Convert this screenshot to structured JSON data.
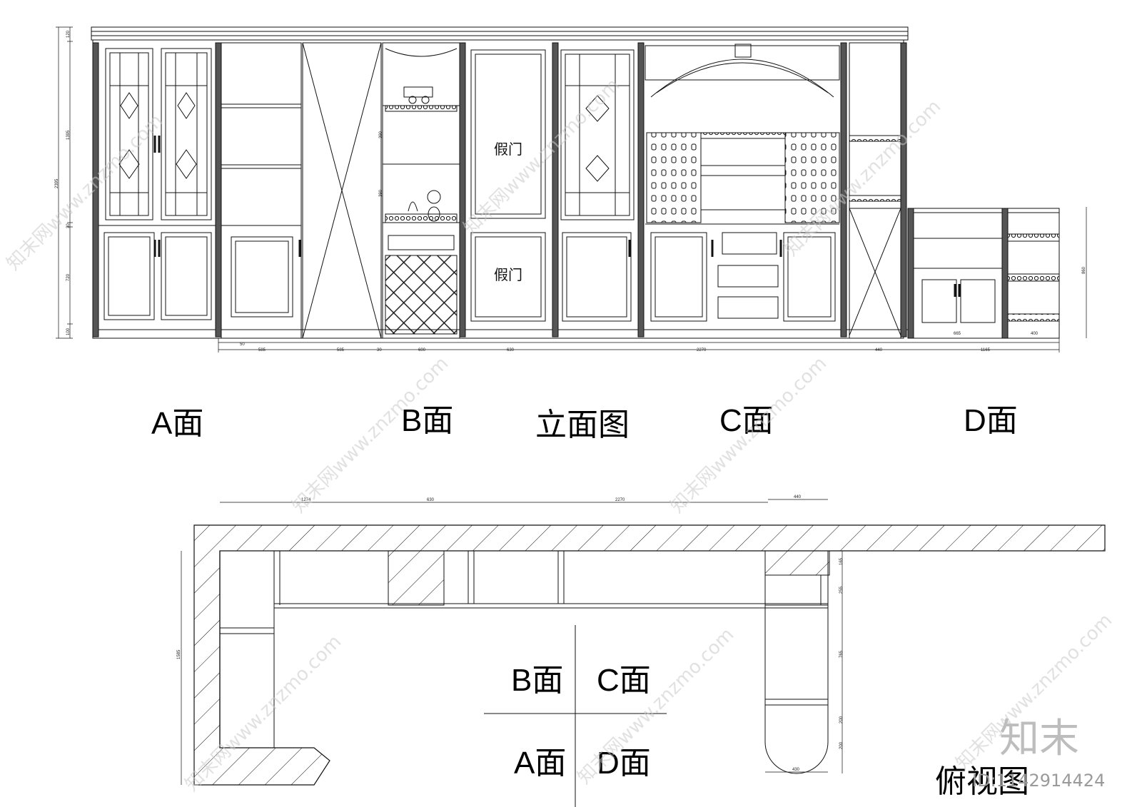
{
  "elevation": {
    "title": "立面图",
    "face_labels": [
      "A面",
      "B面",
      "C面",
      "D面"
    ],
    "fake_door_label": "假门",
    "height_dims": [
      "120",
      "1395",
      "2395",
      "30",
      "720",
      "100"
    ],
    "shelf_dims": [
      "390",
      "390"
    ],
    "d_height_dim": "860",
    "bottom_dims": [
      "50",
      "585",
      "585",
      "30",
      "600",
      "630",
      "2270",
      "440",
      "665",
      "400",
      "1165"
    ]
  },
  "plan": {
    "title": "俯视图",
    "top_dims": [
      "1274",
      "630",
      "2270",
      "440"
    ],
    "left_dim": "1585",
    "right_dims": [
      "165",
      "255",
      "765",
      "200",
      "200"
    ],
    "bottom_dim": "430",
    "key": {
      "top_left": "B面",
      "top_right": "C面",
      "bottom_left": "A面",
      "bottom_right": "D面"
    }
  },
  "watermarks": {
    "diagonal": "知末网www.znzmo.com",
    "logo": "知末",
    "id_text": "ID:1142914424"
  }
}
